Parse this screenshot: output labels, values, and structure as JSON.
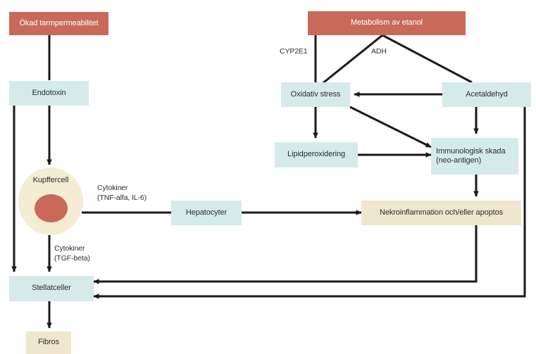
{
  "diagram": {
    "title_text": "",
    "colors": {
      "red": "#c8695a",
      "teal": "#d5ebe9",
      "cream": "#efe6ce",
      "circle_fill": "#f4ecd3",
      "nucleus": "#c8695a",
      "arrow": "#1a1a1a",
      "background": "#ffffff"
    },
    "nodes": {
      "gut_permeability": "Ökad tarmpermeabilitet",
      "endotoxin": "Endotoxin",
      "kupffer_cell": "Kupffercell",
      "stellate_cells": "Stellatceller",
      "fibrosis": "Fibros",
      "hepatocytes": "Hepatocyter",
      "ethanol_metabolism": "Metabolism av etanol",
      "oxidative_stress": "Oxidativ stress",
      "acetaldehyde": "Acetaldehyd",
      "lipid_peroxidation": "Lipidperoxidering",
      "immunologic_damage": "Immunologisk skada\n(neo-antigen)",
      "necroinflammation": "Nekroinflammation och/eller apoptos"
    },
    "edge_labels": {
      "cyp2e1": "CYP2E1",
      "adh": "ADH",
      "cytokines_tnf": "Cytokiner\n(TNF-alfa, IL-6)",
      "cytokines_tgf": "Cytokiner\n(TGF-beta)"
    }
  }
}
